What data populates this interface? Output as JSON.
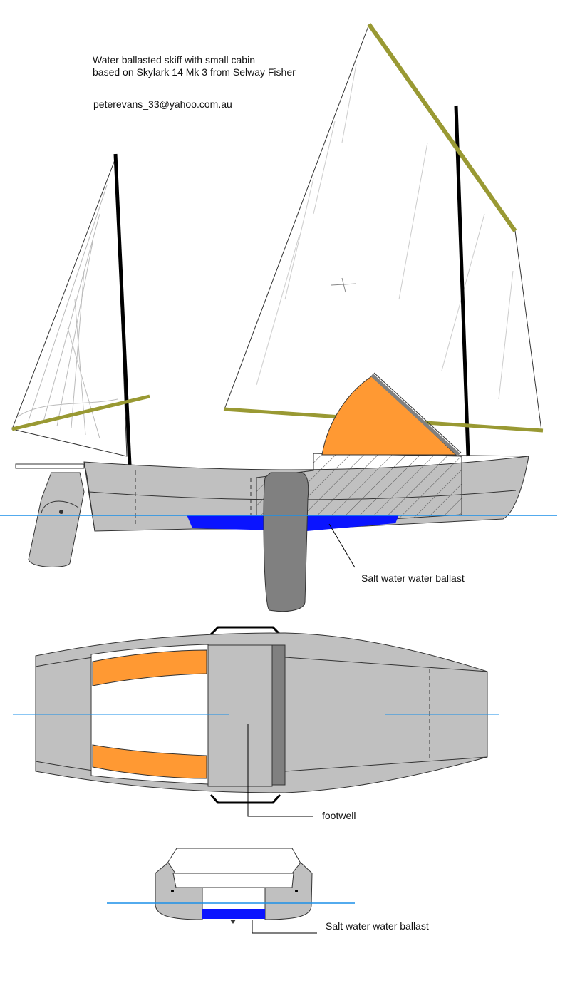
{
  "title": {
    "line1": "Water ballasted skiff with small cabin",
    "line2": "based on Skylark 14 Mk 3 from Selway Fisher"
  },
  "email": "peterevans_33@yahoo.com.au",
  "labels": {
    "ballast_side": "Salt water water ballast",
    "footwell": "footwell",
    "ballast_section": "Salt water water ballast"
  },
  "colors": {
    "hull": "#c0c0c0",
    "dark_grey": "#808080",
    "ballast": "#0a14ff",
    "waterline": "#1a8fe8",
    "cabin": "#ff9933",
    "spar": "#999933",
    "mast": "#000000",
    "sail_line": "#222222"
  }
}
